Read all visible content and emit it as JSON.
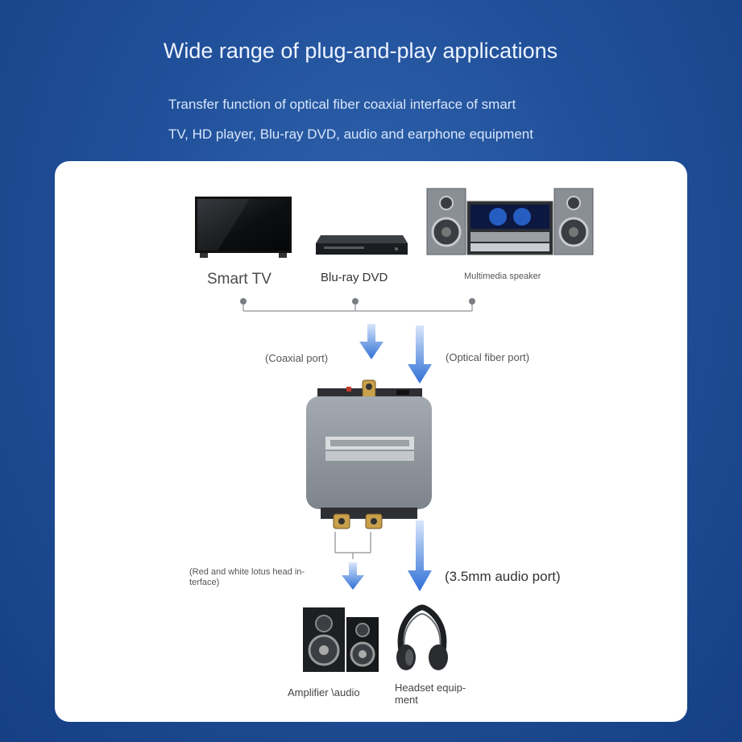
{
  "header": {
    "title": "Wide range of plug-and-play applications",
    "subtitle_line1": "Transfer function of optical fiber coaxial interface of smart",
    "subtitle_line2": "TV, HD player, Blu-ray DVD, audio and earphone equipment"
  },
  "sources": {
    "tv_label": "Smart TV",
    "dvd_label": "Blu-ray DVD",
    "speaker_label": "Multimedia speaker"
  },
  "ports": {
    "coaxial": "(Coaxial port)",
    "optical": "(Optical fiber port)",
    "rca": "(Red and white lotus head in-\nterface)",
    "jack": "(3.5mm audio port)"
  },
  "outputs": {
    "amplifier_label": "Amplifier \\audio",
    "headset_label": "Headset equip-\nment"
  },
  "colors": {
    "background": "#21509a",
    "arrow": "#2f6fd6",
    "card": "#ffffff",
    "device": "#8c949c"
  }
}
